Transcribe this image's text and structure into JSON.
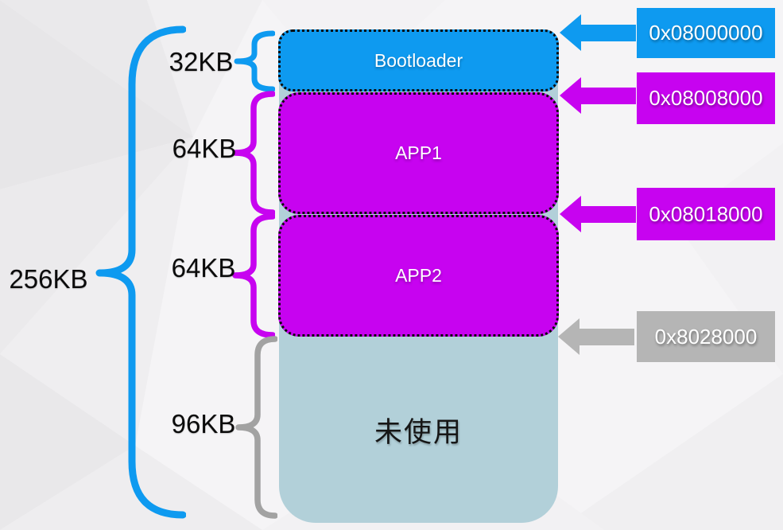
{
  "memory_map": {
    "total": {
      "size": "256KB"
    },
    "regions": [
      {
        "key": "bootloader",
        "label": "Bootloader",
        "size": "32KB",
        "address": "0x08000000",
        "color": "#0E9AF0"
      },
      {
        "key": "app1",
        "label": "APP1",
        "size": "64KB",
        "address": "0x08008000",
        "color": "#C703F0"
      },
      {
        "key": "app2",
        "label": "APP2",
        "size": "64KB",
        "address": "0x08018000",
        "color": "#C703F0"
      },
      {
        "key": "unused",
        "label": "未使用",
        "size": "96KB",
        "address": "0x8028000",
        "color": "#B2D0D9"
      }
    ]
  },
  "colors": {
    "blue": "#0E9AF0",
    "magenta": "#C703F0",
    "gray_box": "#B5B5B5",
    "gray_brace": "#A2A2A2",
    "unused_fill": "#B2D0D9",
    "dotted_border": "#0A0A0A",
    "background": "#F5F4F6",
    "label_text": "#0B0B0B",
    "block_text": "#FFFFFF"
  }
}
